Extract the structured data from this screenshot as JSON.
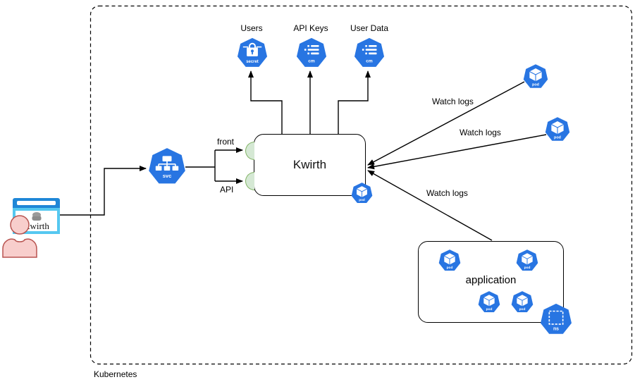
{
  "diagram": {
    "boundary_label": "Kubernetes",
    "top_resources": [
      {
        "label": "Users",
        "icon_text": "secret"
      },
      {
        "label": "API Keys",
        "icon_text": "cm"
      },
      {
        "label": "User Data",
        "icon_text": "cm"
      }
    ],
    "kwirth_box": {
      "label": "Kwirth",
      "front_port_label": "front",
      "api_port_label": "API"
    },
    "svc_label": "svc",
    "pod_label": "pod",
    "ns_label": "ns",
    "edge_labels": {
      "watch_logs_1": "Watch logs",
      "watch_logs_2": "Watch logs",
      "watch_logs_3": "Watch logs"
    },
    "application_box": {
      "label": "application"
    },
    "browser": {
      "title_text": "Kwirth"
    },
    "colors": {
      "k8s_blue": "#2875e2",
      "port_fill": "#d5e8d4",
      "port_stroke": "#82b366",
      "person_fill": "#f8cecc",
      "person_stroke": "#b85450",
      "browser_bar": "#1f87d7",
      "browser_frame": "#55c8f0",
      "line": "#000000"
    }
  }
}
